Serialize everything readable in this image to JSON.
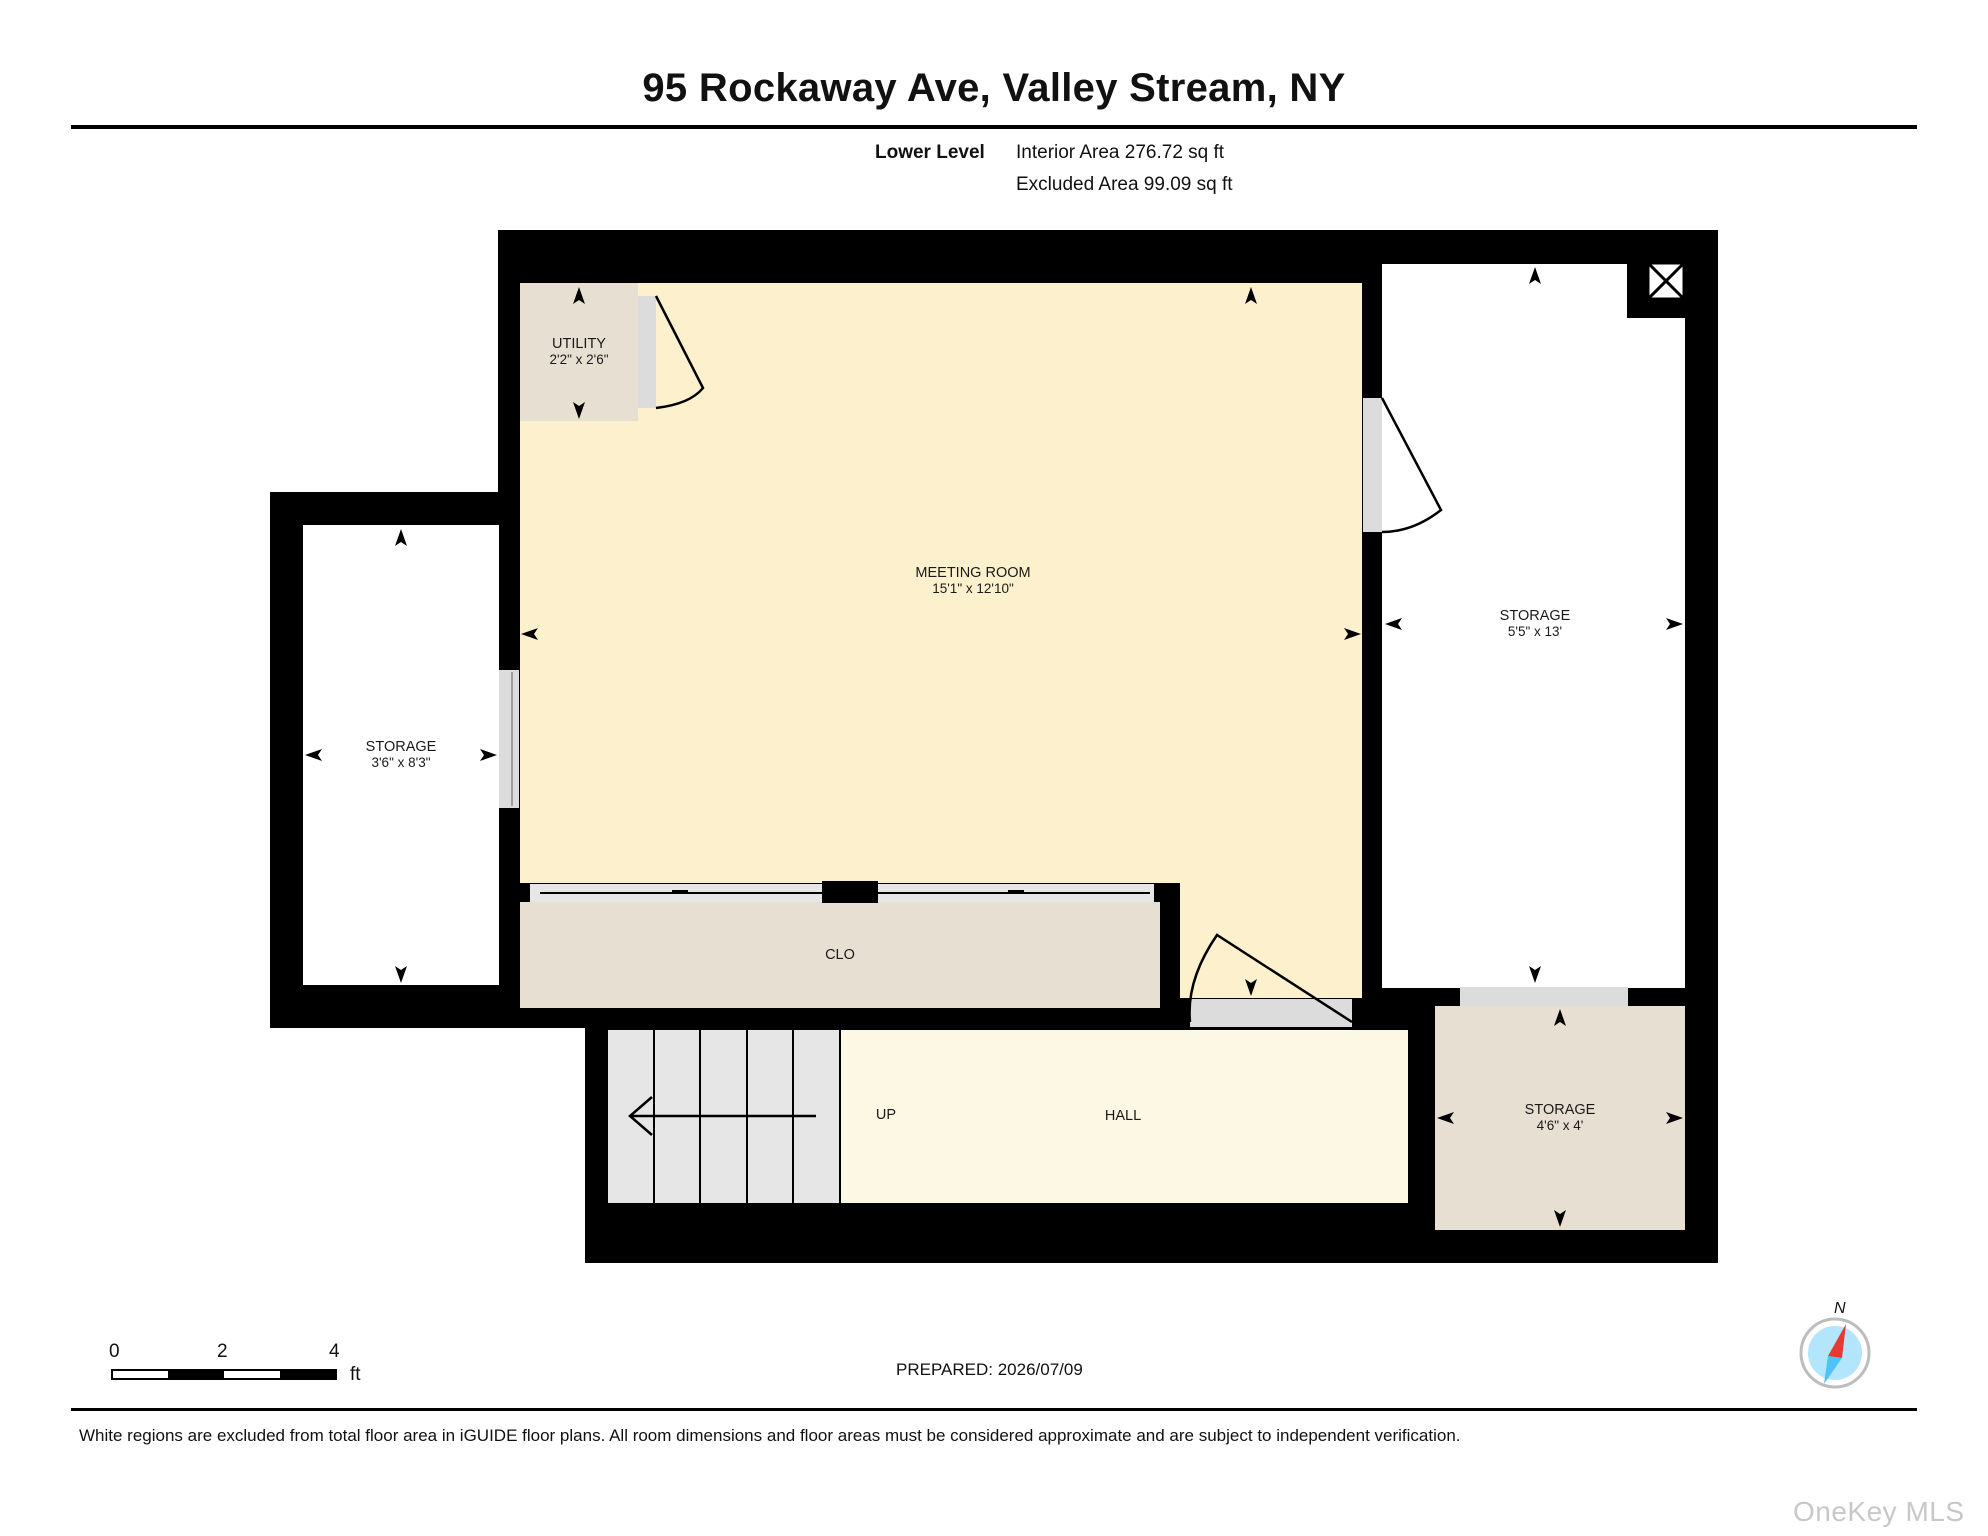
{
  "header": {
    "address": "95 Rockaway Ave, Valley Stream, NY",
    "level_name": "Lower Level",
    "interior_area": "Interior Area 276.72 sq ft",
    "excluded_area": "Excluded Area 99.09 sq ft"
  },
  "rooms": {
    "utility": {
      "name": "UTILITY",
      "dims": "2'2\" x 2'6\""
    },
    "meeting_room": {
      "name": "MEETING ROOM",
      "dims": "15'1\" x 12'10\""
    },
    "storage_right": {
      "name": "STORAGE",
      "dims": "5'5\" x 13'"
    },
    "storage_left": {
      "name": "STORAGE",
      "dims": "3'6\" x 8'3\""
    },
    "closet": {
      "name": "CLO"
    },
    "stairs": {
      "name": "UP"
    },
    "hall": {
      "name": "HALL"
    },
    "storage_small": {
      "name": "STORAGE",
      "dims": "4'6\" x 4'"
    }
  },
  "scale_bar": {
    "ticks": [
      "0",
      "2",
      "4"
    ],
    "unit": "ft"
  },
  "compass": {
    "label": "N"
  },
  "prepared": "PREPARED: 2026/07/09",
  "disclaimer": "White regions are excluded from total floor area in iGUIDE floor plans. All room dimensions and floor areas must be considered approximate and are subject to independent verification.",
  "watermark": "OneKey MLS",
  "colors": {
    "wall": "#000000",
    "meeting_room": "#fdf0cc",
    "hall": "#fdf8e3",
    "storage_beige": "#e7dfd2",
    "excluded": "#ffffff",
    "door_opening": "#dcdcdc",
    "stairs": "#e6e6e6",
    "compass_north": "#e53935",
    "compass_south": "#4fc3f7"
  }
}
